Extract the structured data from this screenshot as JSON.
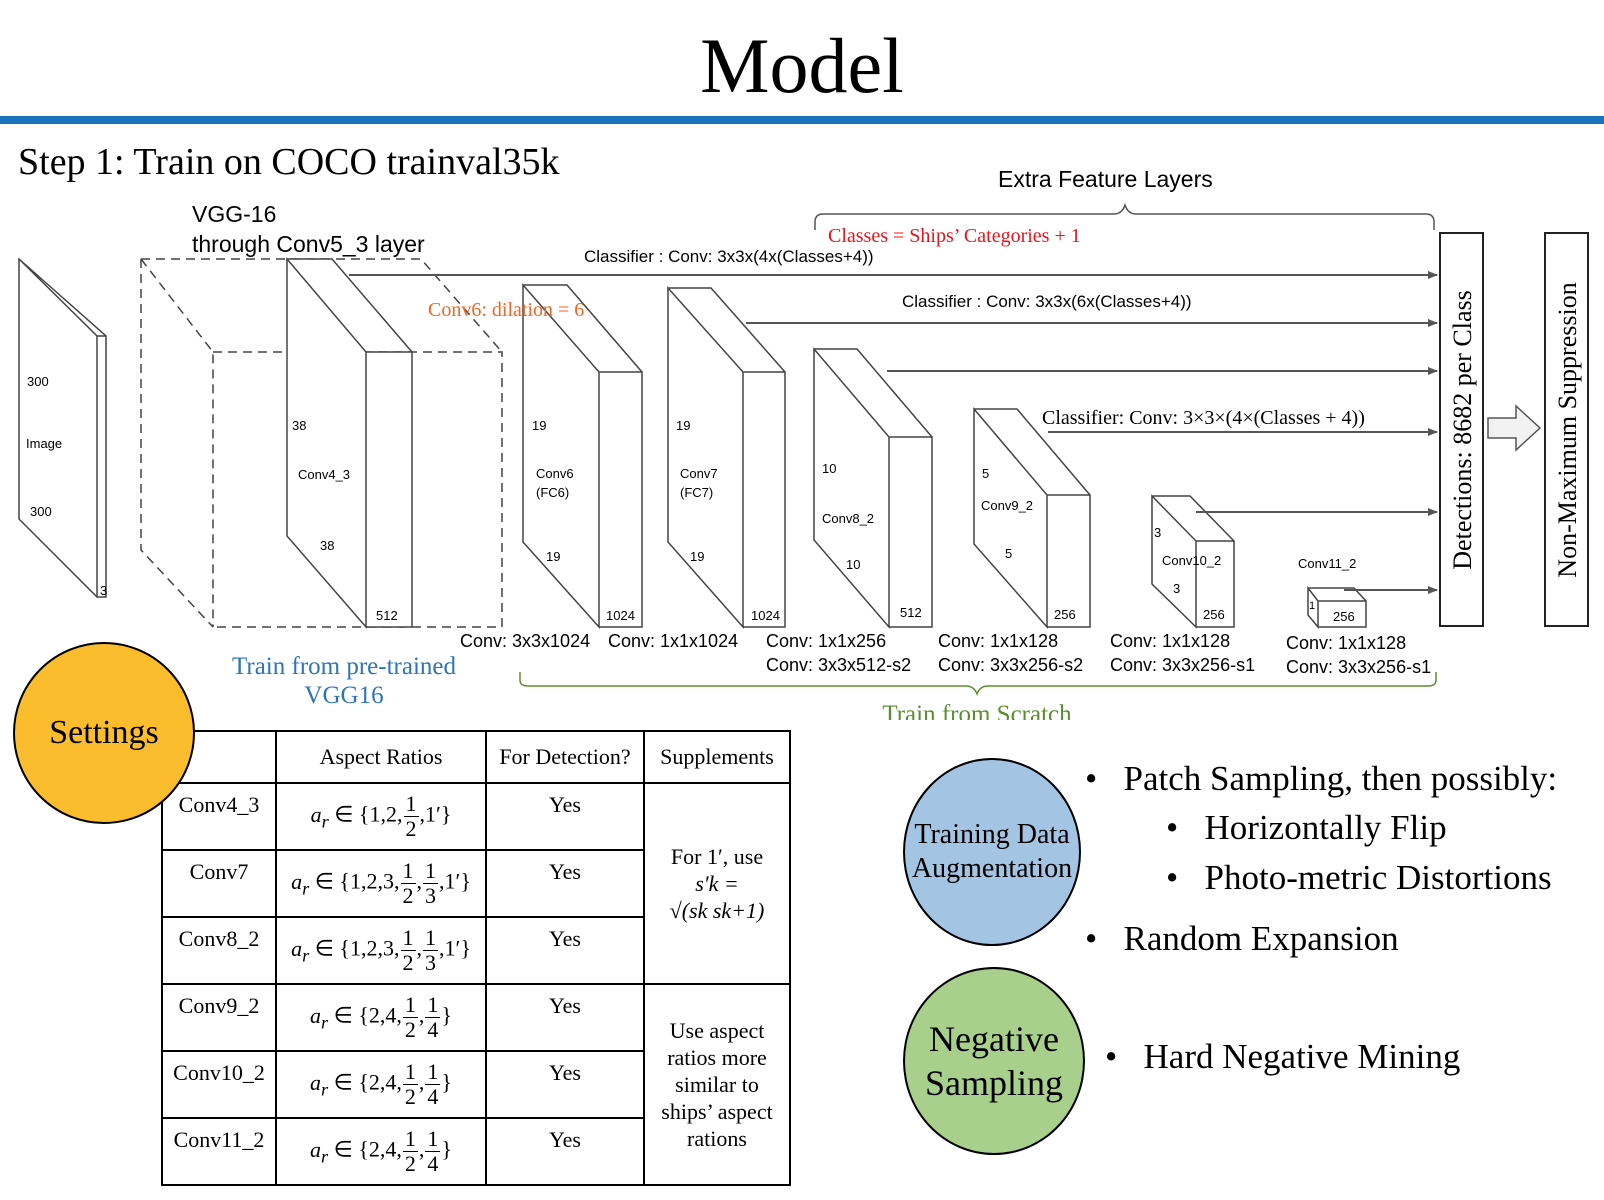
{
  "slide": {
    "title": "Model",
    "step": "Step 1: Train on COCO trainval35k"
  },
  "diagram": {
    "vgg_label_1": "VGG-16",
    "vgg_label_2": "through Conv5_3 layer",
    "extra_label": "Extra Feature Layers",
    "classes_note": "Classes = Ships’ Categories + 1",
    "classifier_1": "Classifier : Conv: 3x3x(4x(Classes+4))",
    "classifier_2": "Classifier : Conv: 3x3x(6x(Classes+4))",
    "classifier_3": "Classifier: Conv: 3×3×(4×(Classes + 4))",
    "conv6_note": "Conv6: dilation = 6",
    "image": {
      "h": "300",
      "w": "300",
      "label": "Image",
      "c": "3"
    },
    "layers": [
      {
        "name": "Conv4_3",
        "h": "38",
        "w": "38",
        "c": "512"
      },
      {
        "name": "Conv6",
        "name2": "(FC6)",
        "h": "19",
        "w": "19",
        "c": "1024"
      },
      {
        "name": "Conv7",
        "name2": "(FC7)",
        "h": "19",
        "w": "19",
        "c": "1024"
      },
      {
        "name": "Conv8_2",
        "h": "10",
        "w": "10",
        "c": "512"
      },
      {
        "name": "Conv9_2",
        "h": "5",
        "w": "5",
        "c": "256"
      },
      {
        "name": "Conv10_2",
        "h": "3",
        "w": "3",
        "c": "256"
      },
      {
        "name": "Conv11_2",
        "h": "1",
        "c": "256"
      }
    ],
    "conv_labels": {
      "conv6": "Conv: 3x3x1024",
      "conv7": "Conv: 1x1x1024",
      "conv8_a": "Conv: 1x1x256",
      "conv8_b": "Conv:  3x3x512-s2",
      "conv9_a": "Conv: 1x1x128",
      "conv9_b": "Conv: 3x3x256-s2",
      "conv10_a": "Conv: 1x1x128",
      "conv10_b": "Conv: 3x3x256-s1",
      "conv11_a": "Conv: 1x1x128",
      "conv11_b": "Conv: 3x3x256-s1"
    },
    "detections": "Detections: 8682 per Class",
    "nms": "Non-Maximum Suppression",
    "pretrained_1": "Train from pre-trained",
    "pretrained_2": "VGG16",
    "scratch": "Train from Scratch"
  },
  "settings": {
    "label": "Settings",
    "headers": [
      "",
      "Aspect Ratios",
      "For Detection?",
      "Supplements"
    ],
    "rows": [
      {
        "layer": "Conv4_3",
        "ratios": "1,2,",
        "fracs": [
          "1/2"
        ],
        "tail": ",1′}",
        "detect": "Yes"
      },
      {
        "layer": "Conv7",
        "ratios": "1,2,3,",
        "fracs": [
          "1/2",
          "1/3"
        ],
        "tail": ",1′}",
        "detect": "Yes"
      },
      {
        "layer": "Conv8_2",
        "ratios": "1,2,3,",
        "fracs": [
          "1/2",
          "1/3"
        ],
        "tail": ",1′}",
        "detect": "Yes"
      },
      {
        "layer": "Conv9_2",
        "ratios": "2,4,",
        "fracs": [
          "1/2",
          "1/4"
        ],
        "tail": "}",
        "detect": "Yes"
      },
      {
        "layer": "Conv10_2",
        "ratios": "2,4,",
        "fracs": [
          "1/2",
          "1/4"
        ],
        "tail": "}",
        "detect": "Yes"
      },
      {
        "layer": "Conv11_2",
        "ratios": "2,4,",
        "fracs": [
          "1/2",
          "1/4"
        ],
        "tail": "}",
        "detect": "Yes"
      }
    ],
    "supplement_1_a": "For 1′, use",
    "supplement_1_formula_lhs": "s′k =",
    "supplement_1_formula_rhs": "√(sk sk+1)",
    "supplement_2": [
      "Use aspect",
      "ratios more",
      "similar to",
      "ships’ aspect",
      "rations"
    ]
  },
  "augmentation": {
    "circle_1": "Training Data",
    "circle_2": "Augmentation",
    "bullets": [
      "Patch Sampling, then possibly:",
      "Horizontally Flip",
      "Photo-metric Distortions",
      "Random Expansion"
    ]
  },
  "negative": {
    "circle_1": "Negative",
    "circle_2": "Sampling",
    "bullets": [
      "Hard Negative Mining"
    ]
  },
  "colors": {
    "rule": "#1a73be",
    "classes_note": "#e8141c",
    "conv6_note": "#f26522",
    "pretrained": "#2e75b6",
    "scratch": "#5a8f2e",
    "settings_circle": "#fbbc2e",
    "augmentation_circle": "#a4c4e4",
    "negative_circle": "#a9cf8c"
  }
}
